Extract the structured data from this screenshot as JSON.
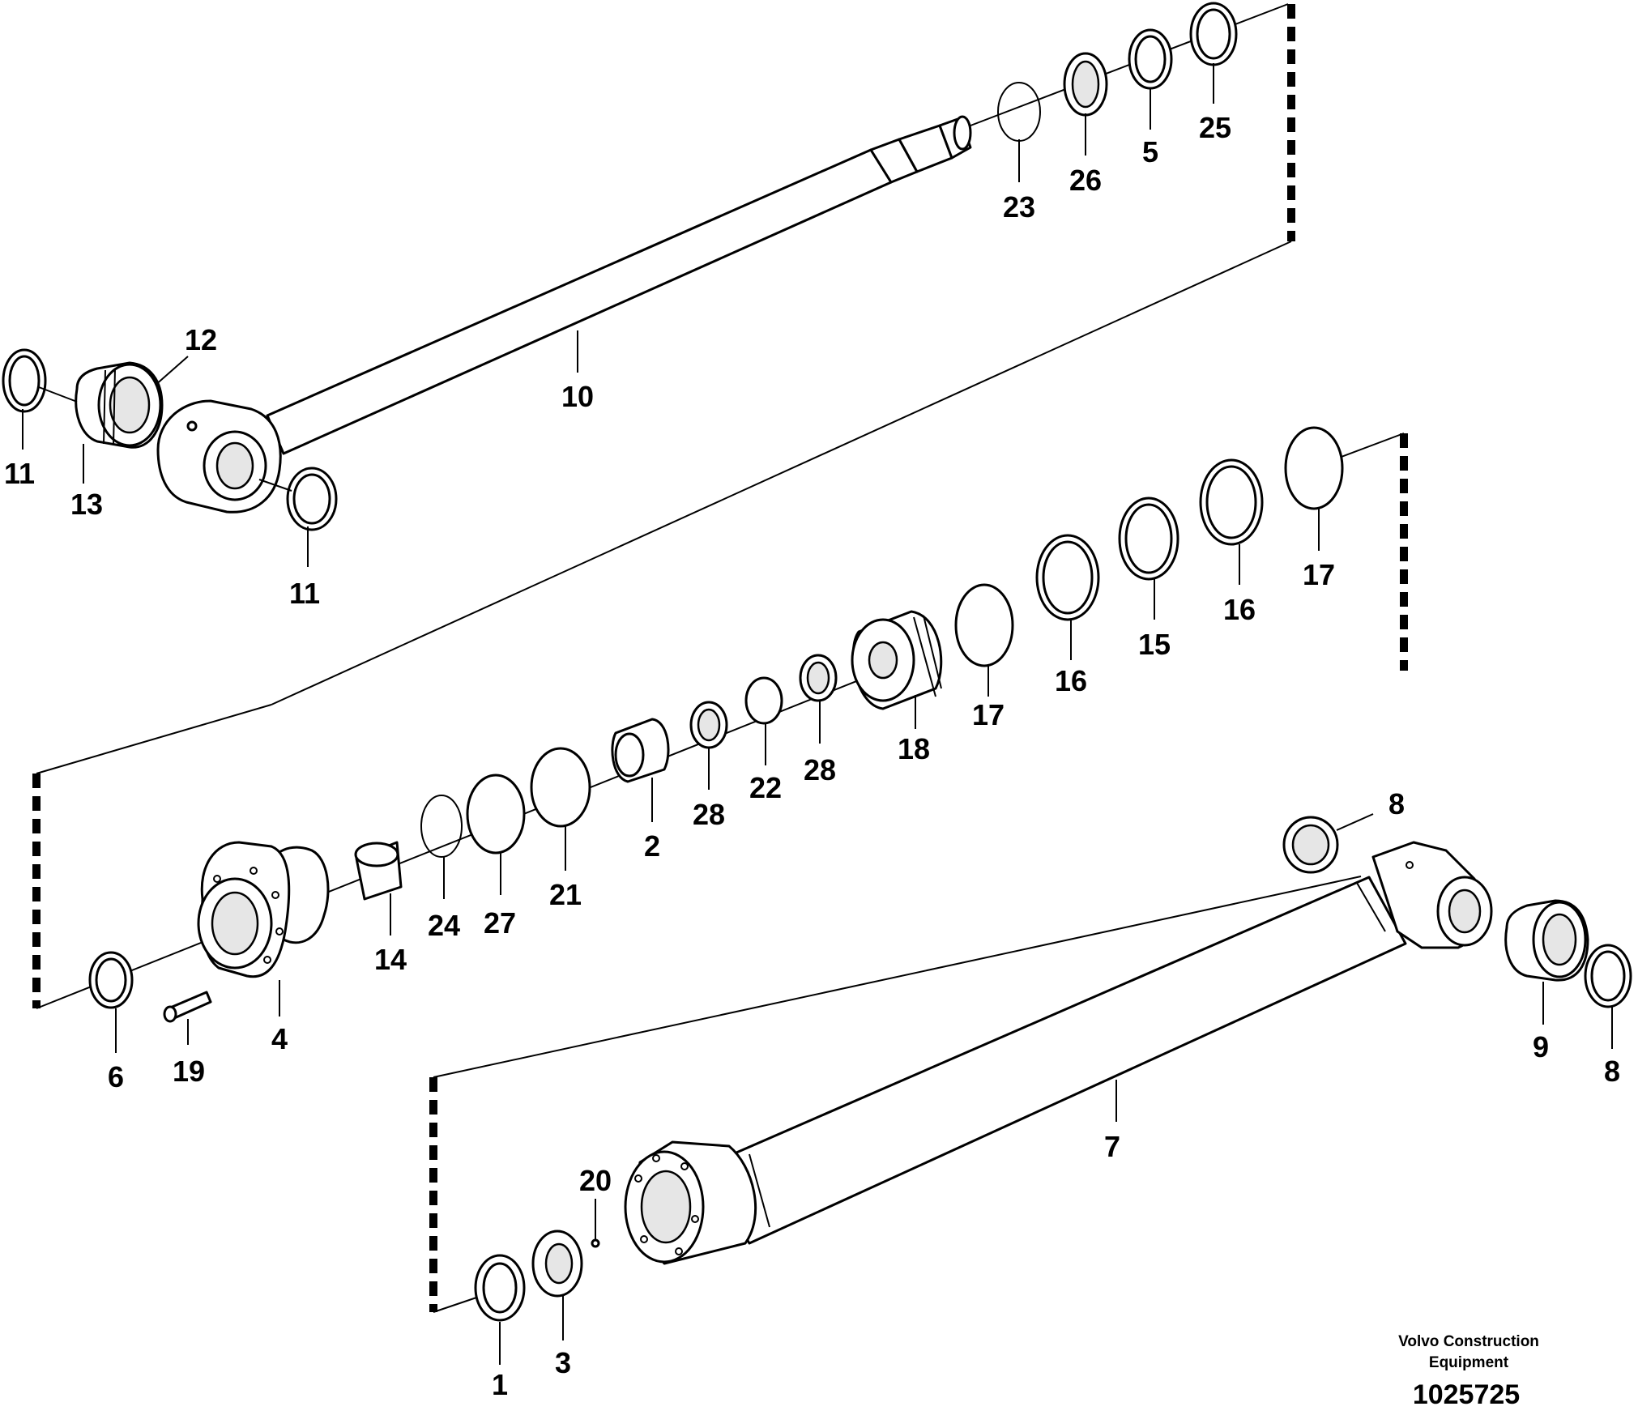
{
  "diagram": {
    "labels": {
      "n1": "1",
      "n2": "2",
      "n3": "3",
      "n4": "4",
      "n5": "5",
      "n6": "6",
      "n7": "7",
      "n8a": "8",
      "n8b": "8",
      "n9": "9",
      "n10": "10",
      "n11a": "11",
      "n11b": "11",
      "n12": "12",
      "n13": "13",
      "n14": "14",
      "n15": "15",
      "n16a": "16",
      "n16b": "16",
      "n17a": "17",
      "n17b": "17",
      "n18": "18",
      "n19": "19",
      "n20": "20",
      "n21": "21",
      "n22": "22",
      "n23": "23",
      "n24": "24",
      "n25": "25",
      "n26": "26",
      "n27": "27",
      "n28a": "28",
      "n28b": "28"
    },
    "brand_line1": "Volvo Construction",
    "brand_line2": "Equipment",
    "figure_number": "1025725"
  }
}
